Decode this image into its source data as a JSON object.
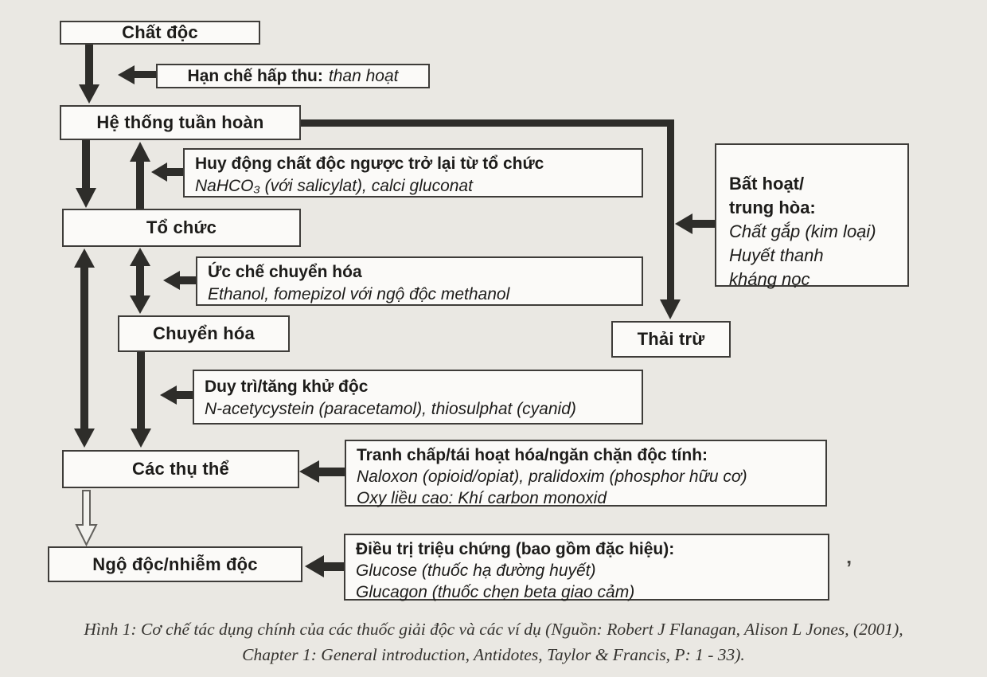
{
  "palette": {
    "paper": "#eae8e3",
    "ink": "#2e2d2a",
    "box_fill": "#fbfaf8",
    "box_border": "#3e3c39"
  },
  "nodes": {
    "chat_doc": {
      "label": "Chất độc"
    },
    "he_thong": {
      "label": "Hệ thống tuần hoàn"
    },
    "to_chuc": {
      "label": "Tổ chức"
    },
    "chuyen_hoa": {
      "label": "Chuyển hóa"
    },
    "thai_tru": {
      "label": "Thải trừ"
    },
    "cac_thu_the": {
      "label": "Các thụ thể"
    },
    "ngo_doc": {
      "label": "Ngộ độc/nhiễm độc"
    }
  },
  "callouts": {
    "han_che": {
      "title": "Hạn chế hấp thu:",
      "example": "than hoạt"
    },
    "huy_dong": {
      "title": "Huy động chất độc ngược trở lại từ tổ chức",
      "detail": "NaHCO₃ (với salicylat), calci gluconat"
    },
    "uc_che": {
      "title": "Ức chế chuyển hóa",
      "detail": "Ethanol, fomepizol với ngộ độc methanol"
    },
    "bat_hoat": {
      "title1": "Bất hoạt/",
      "title2": "trung hòa:",
      "lines": [
        "Chất gắp (kim loại)",
        "Huyết thanh",
        "kháng nọc"
      ]
    },
    "duy_tri": {
      "title": "Duy trì/tăng khử độc",
      "detail": "N-acetycystein (paracetamol), thiosulphat (cyanid)"
    },
    "tranh_chap": {
      "title": "Tranh chấp/tái hoạt hóa/ngăn chặn độc tính:",
      "lines": [
        "Naloxon (opioid/opiat), pralidoxim (phosphor hữu cơ)",
        "Oxy liều cao: Khí carbon monoxid"
      ]
    },
    "dieu_tri": {
      "title": "Điều trị triệu chứng (bao gồm đặc hiệu):",
      "lines": [
        "Glucose (thuốc hạ đường huyết)",
        "Glucagon (thuốc chẹn beta giao cảm)"
      ]
    }
  },
  "caption": {
    "line1": "Hình 1: Cơ chế tác dụng chính của các thuốc giải độc và các ví dụ (Nguồn: Robert J Flanagan, Alison L Jones, (2001),",
    "line2": "Chapter 1: General introduction, Antidotes, Taylor & Francis, P: 1 - 33)."
  },
  "artifact": {
    "mark": "’"
  }
}
